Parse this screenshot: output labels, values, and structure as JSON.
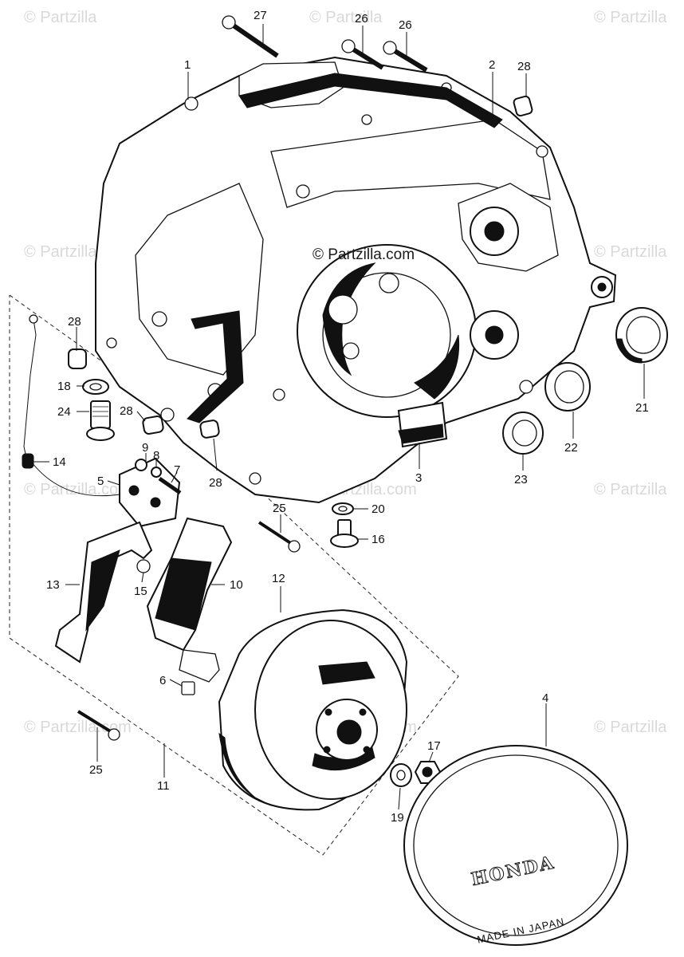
{
  "watermark": {
    "text": "© Partzilla",
    "center_text": "© Partzilla.com",
    "grid_text": "© Partzilla.com"
  },
  "cover_markings": {
    "brand": "HONDA",
    "origin": "MADE IN JAPAN"
  },
  "callouts": {
    "c1": "1",
    "c2": "2",
    "c3": "3",
    "c4": "4",
    "c5": "5",
    "c6": "6",
    "c7": "7",
    "c8": "8",
    "c9": "9",
    "c10": "10",
    "c11": "11",
    "c12": "12",
    "c13": "13",
    "c14": "14",
    "c15": "15",
    "c16": "16",
    "c17": "17",
    "c18": "18",
    "c19": "19",
    "c20": "20",
    "c21": "21",
    "c22": "22",
    "c23": "23",
    "c24": "24",
    "c25a": "25",
    "c25b": "25",
    "c26a": "26",
    "c26b": "26",
    "c27": "27",
    "c28a": "28",
    "c28b": "28",
    "c28c": "28",
    "c28d": "28"
  }
}
